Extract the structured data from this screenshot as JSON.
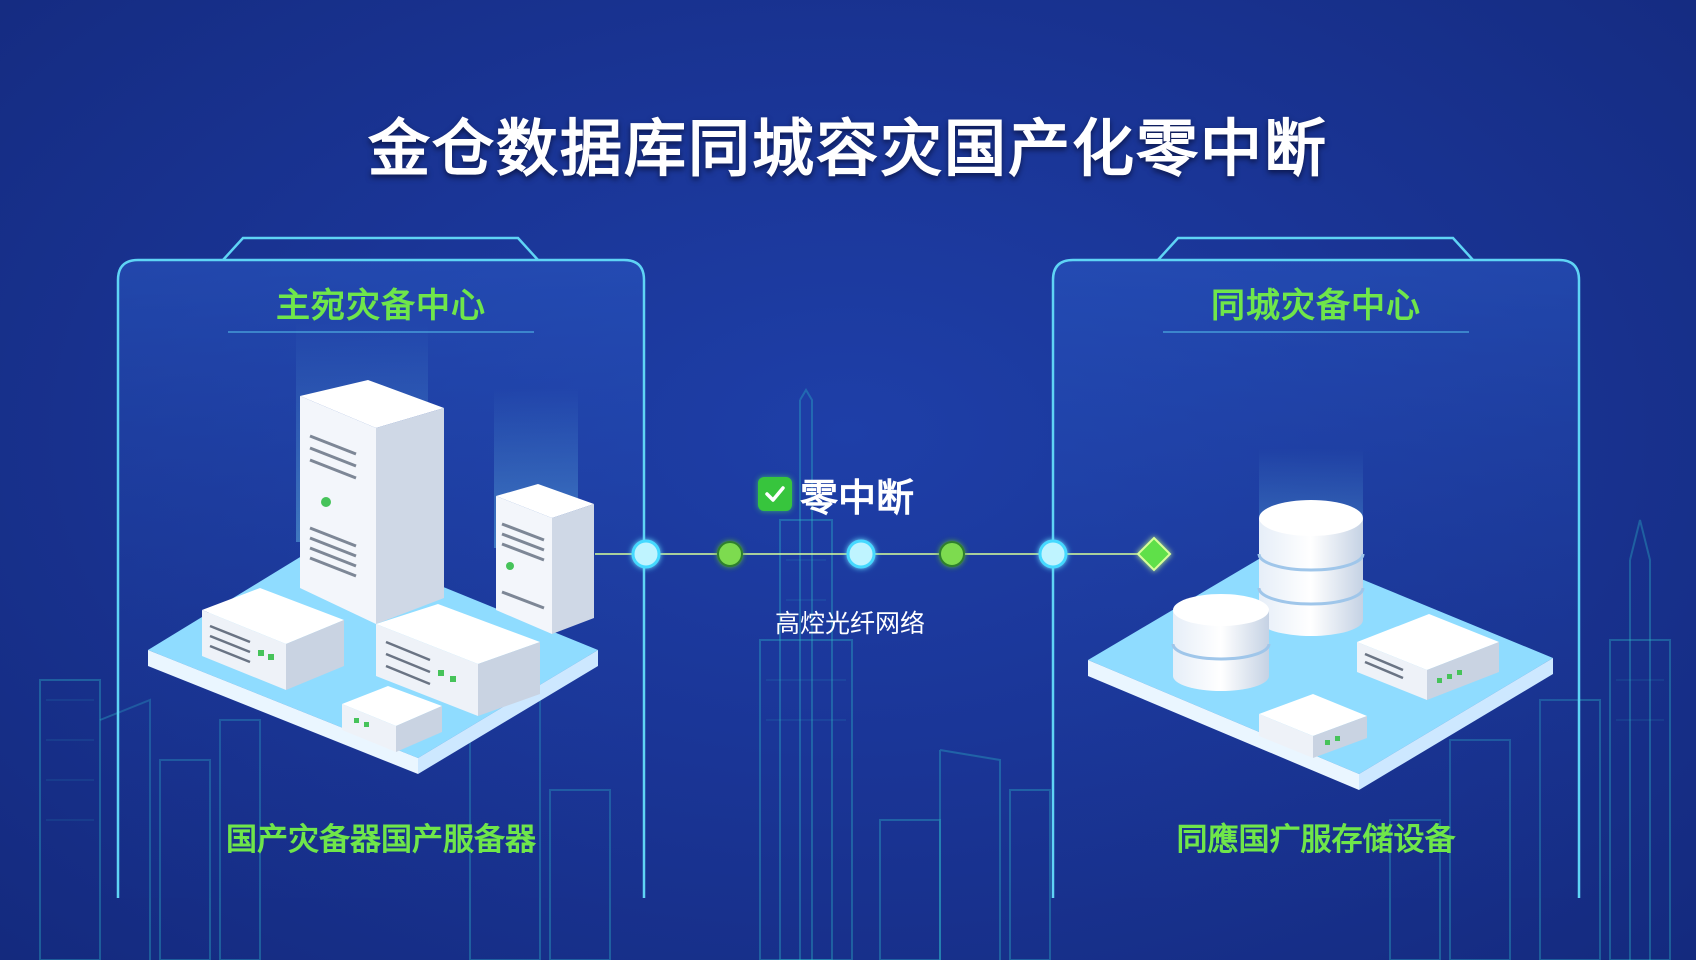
{
  "title": "金仓数据库同城容灾国产化零中断",
  "left_center": {
    "header": "主宛灾备中心",
    "footer": "国产灾备器国产服备器"
  },
  "right_center": {
    "header": "同城灾备中心",
    "footer": "同應国疒服存储设备"
  },
  "link": {
    "status_label": "零中断",
    "status_icon": "check-icon",
    "caption": "高焢光纤网络"
  },
  "colors": {
    "background": "#1a3596",
    "accent_green": "#6fe64a",
    "link_cyan": "#7fe8ff",
    "frame_cyan": "#5fd4f5"
  }
}
